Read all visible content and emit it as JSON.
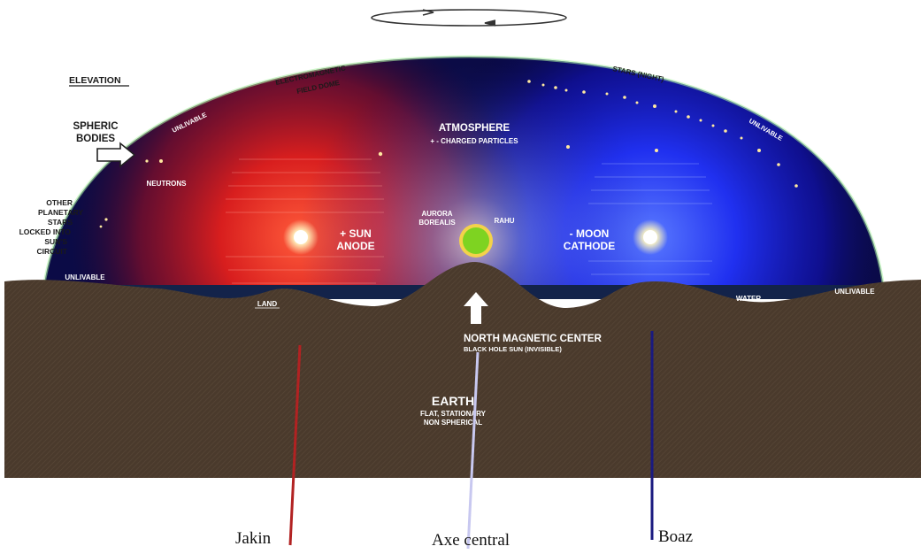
{
  "diagram": {
    "elevation_label": "ELEVATION",
    "spheric_bodies_line1": "SPHERIC",
    "spheric_bodies_line2": "BODIES",
    "other_planetary_lines": [
      "OTHER",
      "PLANETARY",
      "STARS",
      "LOCKED INTO",
      "SUN'S",
      "CIRCUIT"
    ],
    "electromagnetic_line1": "ELECTROMAGNETIC",
    "electromagnetic_line2": "FIELD DOME",
    "stars_night": "STARS (NIGHT)",
    "unlivable": "UNLIVABLE",
    "atmosphere_title": "ATMOSPHERE",
    "atmosphere_sub": "+ - CHARGED PARTICLES",
    "neutrons": "NEUTRONS",
    "aurora_line1": "AURORA",
    "aurora_line2": "BOREALIS",
    "rahu": "RAHU",
    "sun_line1": "+ SUN",
    "sun_line2": "ANODE",
    "moon_line1": "- MOON",
    "moon_line2": "CATHODE",
    "land": "LAND",
    "water": "WATER",
    "north_center_title": "NORTH MAGNETIC CENTER",
    "north_center_sub": "BLACK HOLE SUN (INVISIBLE)",
    "earth_title": "EARTH",
    "earth_sub1": "FLAT, STATIONARY",
    "earth_sub2": "NON SPHERICAL"
  },
  "annotations": {
    "jakin": "Jakin",
    "axe_central": "Axe central",
    "boaz": "Boaz"
  },
  "colors": {
    "dome_night": "#0a0a4a",
    "sun_glow": "#e02020",
    "moon_glow": "#2233ff",
    "center_orb": "#7ed321",
    "ground": "#4a3a2c",
    "jakin_line": "#b22222",
    "axe_line": "#c8c8f0",
    "boaz_line": "#1a1a80"
  }
}
